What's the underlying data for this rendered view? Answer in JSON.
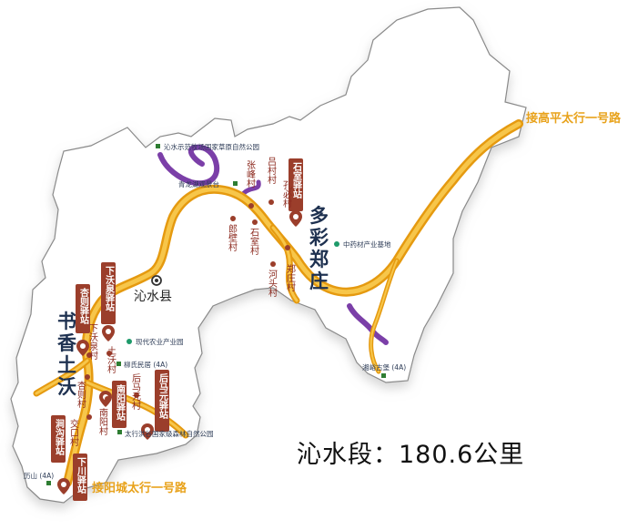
{
  "county": "沁水县",
  "segment_caption": "沁水段：180.6公里",
  "routes": {
    "north_east": "接高平太行一号路",
    "south_west": "接阳城太行一号路"
  },
  "highlights": {
    "zhengzhuang": [
      "多",
      "彩",
      "郑",
      "庄"
    ],
    "tuwo": [
      "书",
      "香",
      "土",
      "沃"
    ]
  },
  "stations": {
    "shishi": "石室驿站",
    "xiachuanquan": "下沃泉驿站",
    "xingze": "杏则驿站",
    "nanyang": "南阳驿站",
    "houma": "后马元驿站",
    "jiancheng": "涧沟驿站",
    "xiachuan": "下川驿站"
  },
  "villages": {
    "zhangfeng": "张峰村",
    "lvcun": "吕村村",
    "kongbi": "孔必村",
    "langbi": "郎壁村",
    "shishi": "石室村",
    "zhengzhuang": "郑庄村",
    "hetou": "河头村",
    "xiawoquan": "下沃泉村",
    "tuwo": "土沃村",
    "xingze": "杏则村",
    "nanyang": "南阳村",
    "houmayuan": "后马元村",
    "jiaokou": "交口村"
  },
  "pois": {
    "grassland": "沁水示范牧场国家草原自然公园",
    "qinglonghu": "青龙湖观景台",
    "herb_base": "中药材产业基地",
    "agri_park": "现代农业产业园",
    "liushi": "柳氏民居 (4A)",
    "forest_park": "太行洪谷国家级森林自然公园",
    "xiangyu": "湘峪古堡 (4A)",
    "lishan": "历山 (4A)"
  },
  "colors": {
    "boundary": "#8a8a8a",
    "route": "#f2b01e",
    "route_edge": "#e59a10",
    "station": "#9b3e2b",
    "village": "#8c2a1f",
    "title": "#1e3150",
    "purple": "#7b3fa8",
    "green_dot": "#1e9a6a"
  }
}
